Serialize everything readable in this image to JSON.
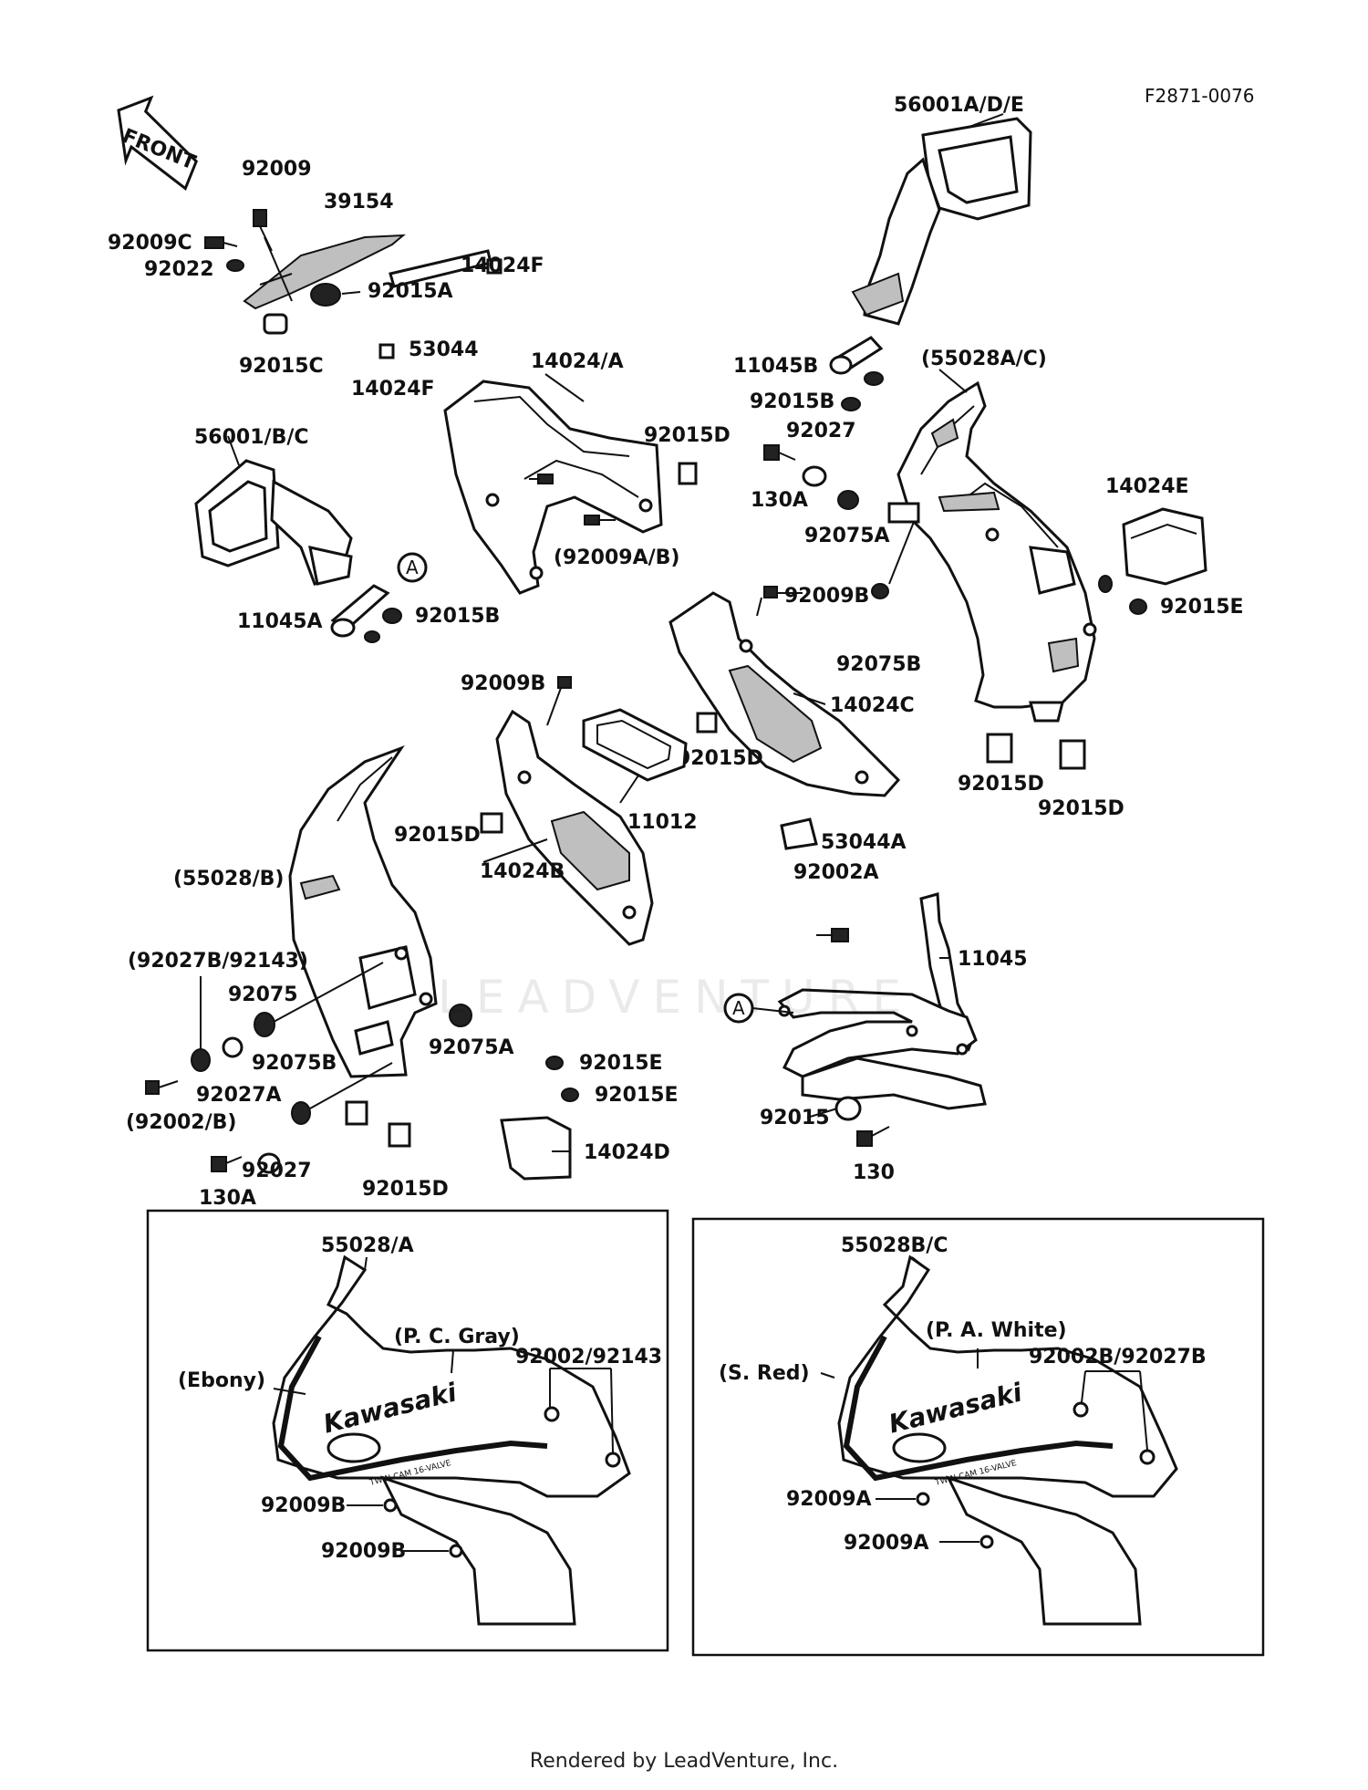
{
  "diagram": {
    "figure_code": "F2871-0076",
    "front_arrow": "FRONT",
    "watermark": "LEADVENTURE",
    "footer": "Rendered by LeadVenture, Inc.",
    "labels": {
      "p56001ADE": "56001A/D/E",
      "p92009": "92009",
      "p39154": "39154",
      "p92009C": "92009C",
      "p92022": "92022",
      "p14024F_top": "14024F",
      "p92015A": "92015A",
      "p53044": "53044",
      "p92015C": "92015C",
      "p14024F_bot": "14024F",
      "p14024A": "14024/A",
      "p11045B": "11045B",
      "p55028AC": "(55028A/C)",
      "p92015B_top": "92015B",
      "p92027": "92027",
      "p56001BC": "56001/B/C",
      "p92015D_top": "92015D",
      "p130A_top": "130A",
      "p92075A_top": "92075A",
      "p14024E": "14024E",
      "p92009AB": "(92009A/B)",
      "circleA_top": "A",
      "p11045A": "11045A",
      "p92015B_mid": "92015B",
      "p92009B_top": "92009B",
      "p92015E_right": "92015E",
      "p92075B_right": "92075B",
      "p92009B_mid": "92009B",
      "p14024C": "14024C",
      "p92015D_mid": "92015D",
      "p92015D_r1": "92015D",
      "p92015D_r2": "92015D",
      "p11012": "11012",
      "p92015D_left": "92015D",
      "p53044A": "53044A",
      "p55028B": "(55028/B)",
      "p14024B": "14024B",
      "p92002A": "92002A",
      "p92027B92143": "(92027B/92143)",
      "p11045": "11045",
      "p92075": "92075",
      "circleA_bot": "A",
      "p92075A_bot": "92075A",
      "p92075B_bot": "92075B",
      "p92015E_1": "92015E",
      "p92015E_2": "92015E",
      "p92027A": "92027A",
      "p92002B": "(92002/B)",
      "p92015": "92015",
      "p14024D": "14024D",
      "p92027_bot": "92027",
      "p130_bot": "130",
      "p130A_bot": "130A",
      "p92015D_bot": "92015D"
    },
    "left_inset": {
      "part": "55028/A",
      "color_main": "(P. C. Gray)",
      "color_trim": "(Ebony)",
      "fasteners": "92002/92143",
      "screw1": "92009B",
      "screw2": "92009B",
      "decal": "Kawasaki",
      "decal_sub": "TWIN CAM 16-VALVE"
    },
    "right_inset": {
      "part": "55028B/C",
      "color_main": "(P. A. White)",
      "color_trim": "(S. Red)",
      "fasteners": "92002B/92027B",
      "screw1": "92009A",
      "screw2": "92009A",
      "decal": "Kawasaki",
      "decal_sub": "TWIN CAM 16-VALVE"
    }
  }
}
